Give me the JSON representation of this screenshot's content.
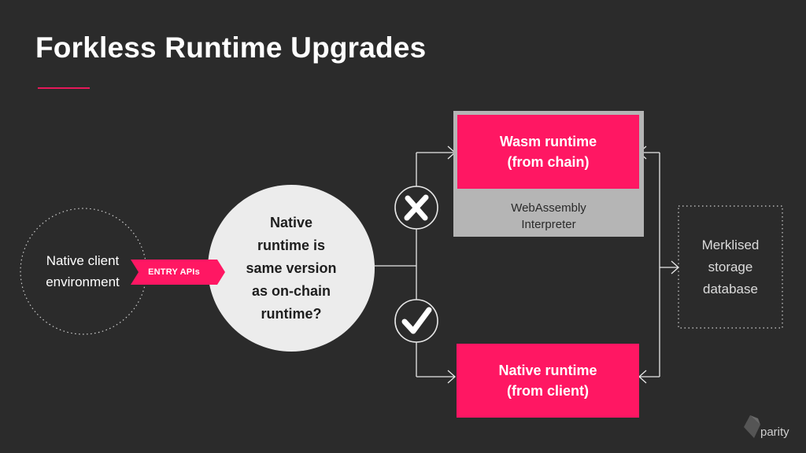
{
  "slide": {
    "title": "Forkless Runtime Upgrades",
    "accent_color": "#e6195a"
  },
  "diagram": {
    "native_client": {
      "lines": [
        "Native client",
        "environment"
      ]
    },
    "entry_apis": {
      "label": "ENTRY APIs"
    },
    "decision": {
      "lines": [
        "Native",
        "runtime is",
        "same version",
        "as on-chain",
        "runtime?"
      ]
    },
    "no_branch": {
      "icon": "cross-mark-icon"
    },
    "yes_branch": {
      "icon": "check-mark-icon"
    },
    "wasm_runtime": {
      "lines": [
        "Wasm runtime",
        "(from chain)"
      ]
    },
    "interpreter": {
      "lines": [
        "WebAssembly",
        "Interpreter"
      ]
    },
    "native_runtime": {
      "lines": [
        "Native runtime",
        "(from client)"
      ]
    },
    "storage": {
      "lines": [
        "Merklised",
        "storage",
        "database"
      ]
    }
  },
  "footer": {
    "brand": "parity",
    "logo_icon": "parity-logo-icon"
  },
  "colors": {
    "background": "#2b2b2b",
    "pink": "#ff1763",
    "interpreter_gray": "#b5b5b5",
    "decision_fill": "#ececec"
  }
}
